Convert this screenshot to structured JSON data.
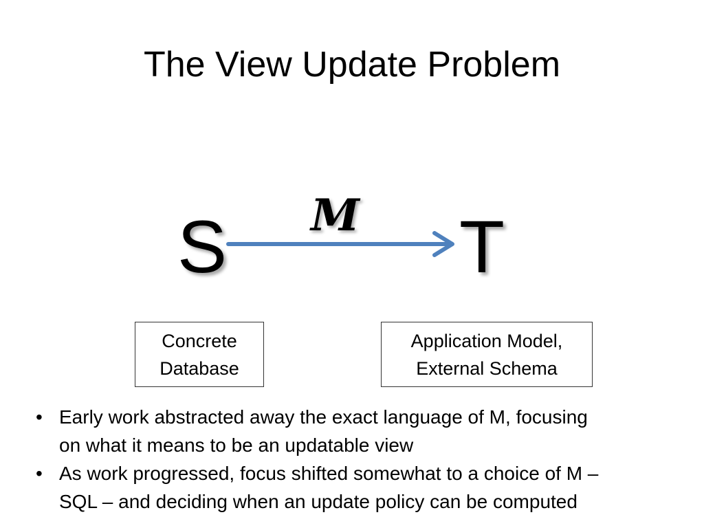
{
  "slide": {
    "title": "The View Update Problem"
  },
  "diagram": {
    "source_symbol": "S",
    "target_symbol": "T",
    "mapping_symbol": "M",
    "arrow_color": "#4F81BD",
    "source_box": {
      "line1": "Concrete",
      "line2": "Database"
    },
    "target_box": {
      "line1": "Application Model,",
      "line2": "External Schema"
    }
  },
  "bullets": [
    {
      "marker": "•",
      "line1": "Early work abstracted away the exact language of M, focusing",
      "line2": "on what it means to be an updatable view"
    },
    {
      "marker": "•",
      "line1": "As work progressed, focus shifted somewhat to a choice of M –",
      "line2": "SQL – and deciding when an update policy can be computed"
    }
  ]
}
